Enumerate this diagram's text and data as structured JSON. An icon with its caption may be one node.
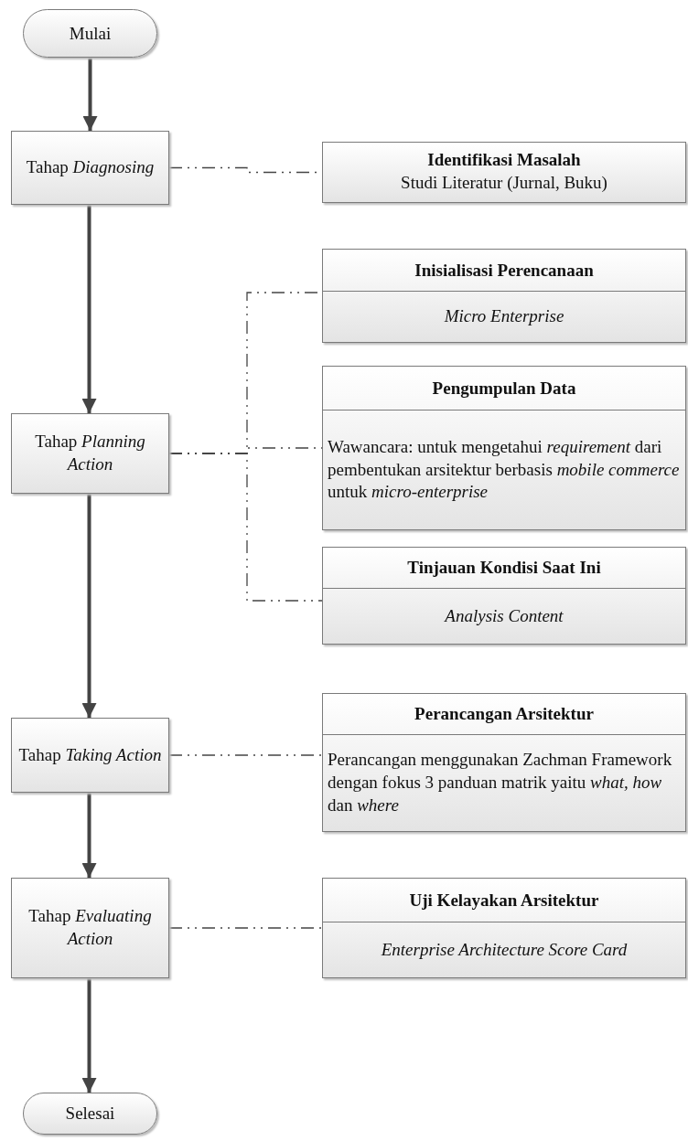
{
  "diagram": {
    "nodes": [
      {
        "text": [
          "Mulai"
        ]
      },
      {
        "text": [
          "Tahap *Diagnosing*"
        ]
      },
      {
        "text": [
          "Tahap *Planning Action*"
        ]
      },
      {
        "text": [
          "Tahap *Taking Action*"
        ]
      },
      {
        "text": [
          "Tahap *Evaluating Action*"
        ]
      },
      {
        "text": [
          "Selesai"
        ]
      },
      {
        "text": [
          "Identifikasi Masalah",
          "Studi Literatur (Jurnal, Buku)"
        ]
      },
      {
        "text": [
          "Inisialisasi Perencanaan",
          "Micro Enterprise"
        ]
      },
      {
        "text": [
          "Pengumpulan Data",
          "Wawancara: untuk mengetahui *requirement* dari pembentukan arsitektur berbasis *mobile commerce* untuk *micro-enterprise*"
        ]
      },
      {
        "text": [
          "Tinjauan Kondisi Saat Ini",
          "Analysis Content"
        ]
      },
      {
        "text": [
          "Perancangan Arsitektur",
          "Perancangan menggunakan Zachman Framework dengan fokus 3 panduan matrik yaitu *what, how* dan *where*"
        ]
      },
      {
        "text": [
          "Uji Kelayakan Arsitektur",
          "Enterprise Architecture Score Card"
        ]
      }
    ],
    "edges": [
      {
        "from": 0,
        "to": 1,
        "arrow": "to",
        "style": "thick"
      },
      {
        "from": 1,
        "to": 2,
        "arrow": "to",
        "style": "thick"
      },
      {
        "from": 2,
        "to": 3,
        "arrow": "to",
        "style": "thick"
      },
      {
        "from": 3,
        "to": 4,
        "arrow": "to",
        "style": "thick"
      },
      {
        "from": 4,
        "to": 5,
        "arrow": "to",
        "style": "thick"
      },
      {
        "from": 1,
        "to": 6,
        "arrow": "none",
        "style": "dashed"
      },
      {
        "from": 2,
        "to": 7,
        "arrow": "none",
        "style": "dashed"
      },
      {
        "from": 2,
        "to": 8,
        "arrow": "none",
        "style": "dashed"
      },
      {
        "from": 2,
        "to": 9,
        "arrow": "none",
        "style": "dashed"
      },
      {
        "from": 3,
        "to": 10,
        "arrow": "none",
        "style": "dashed"
      },
      {
        "from": 4,
        "to": 11,
        "arrow": "none",
        "style": "dashed"
      }
    ]
  }
}
